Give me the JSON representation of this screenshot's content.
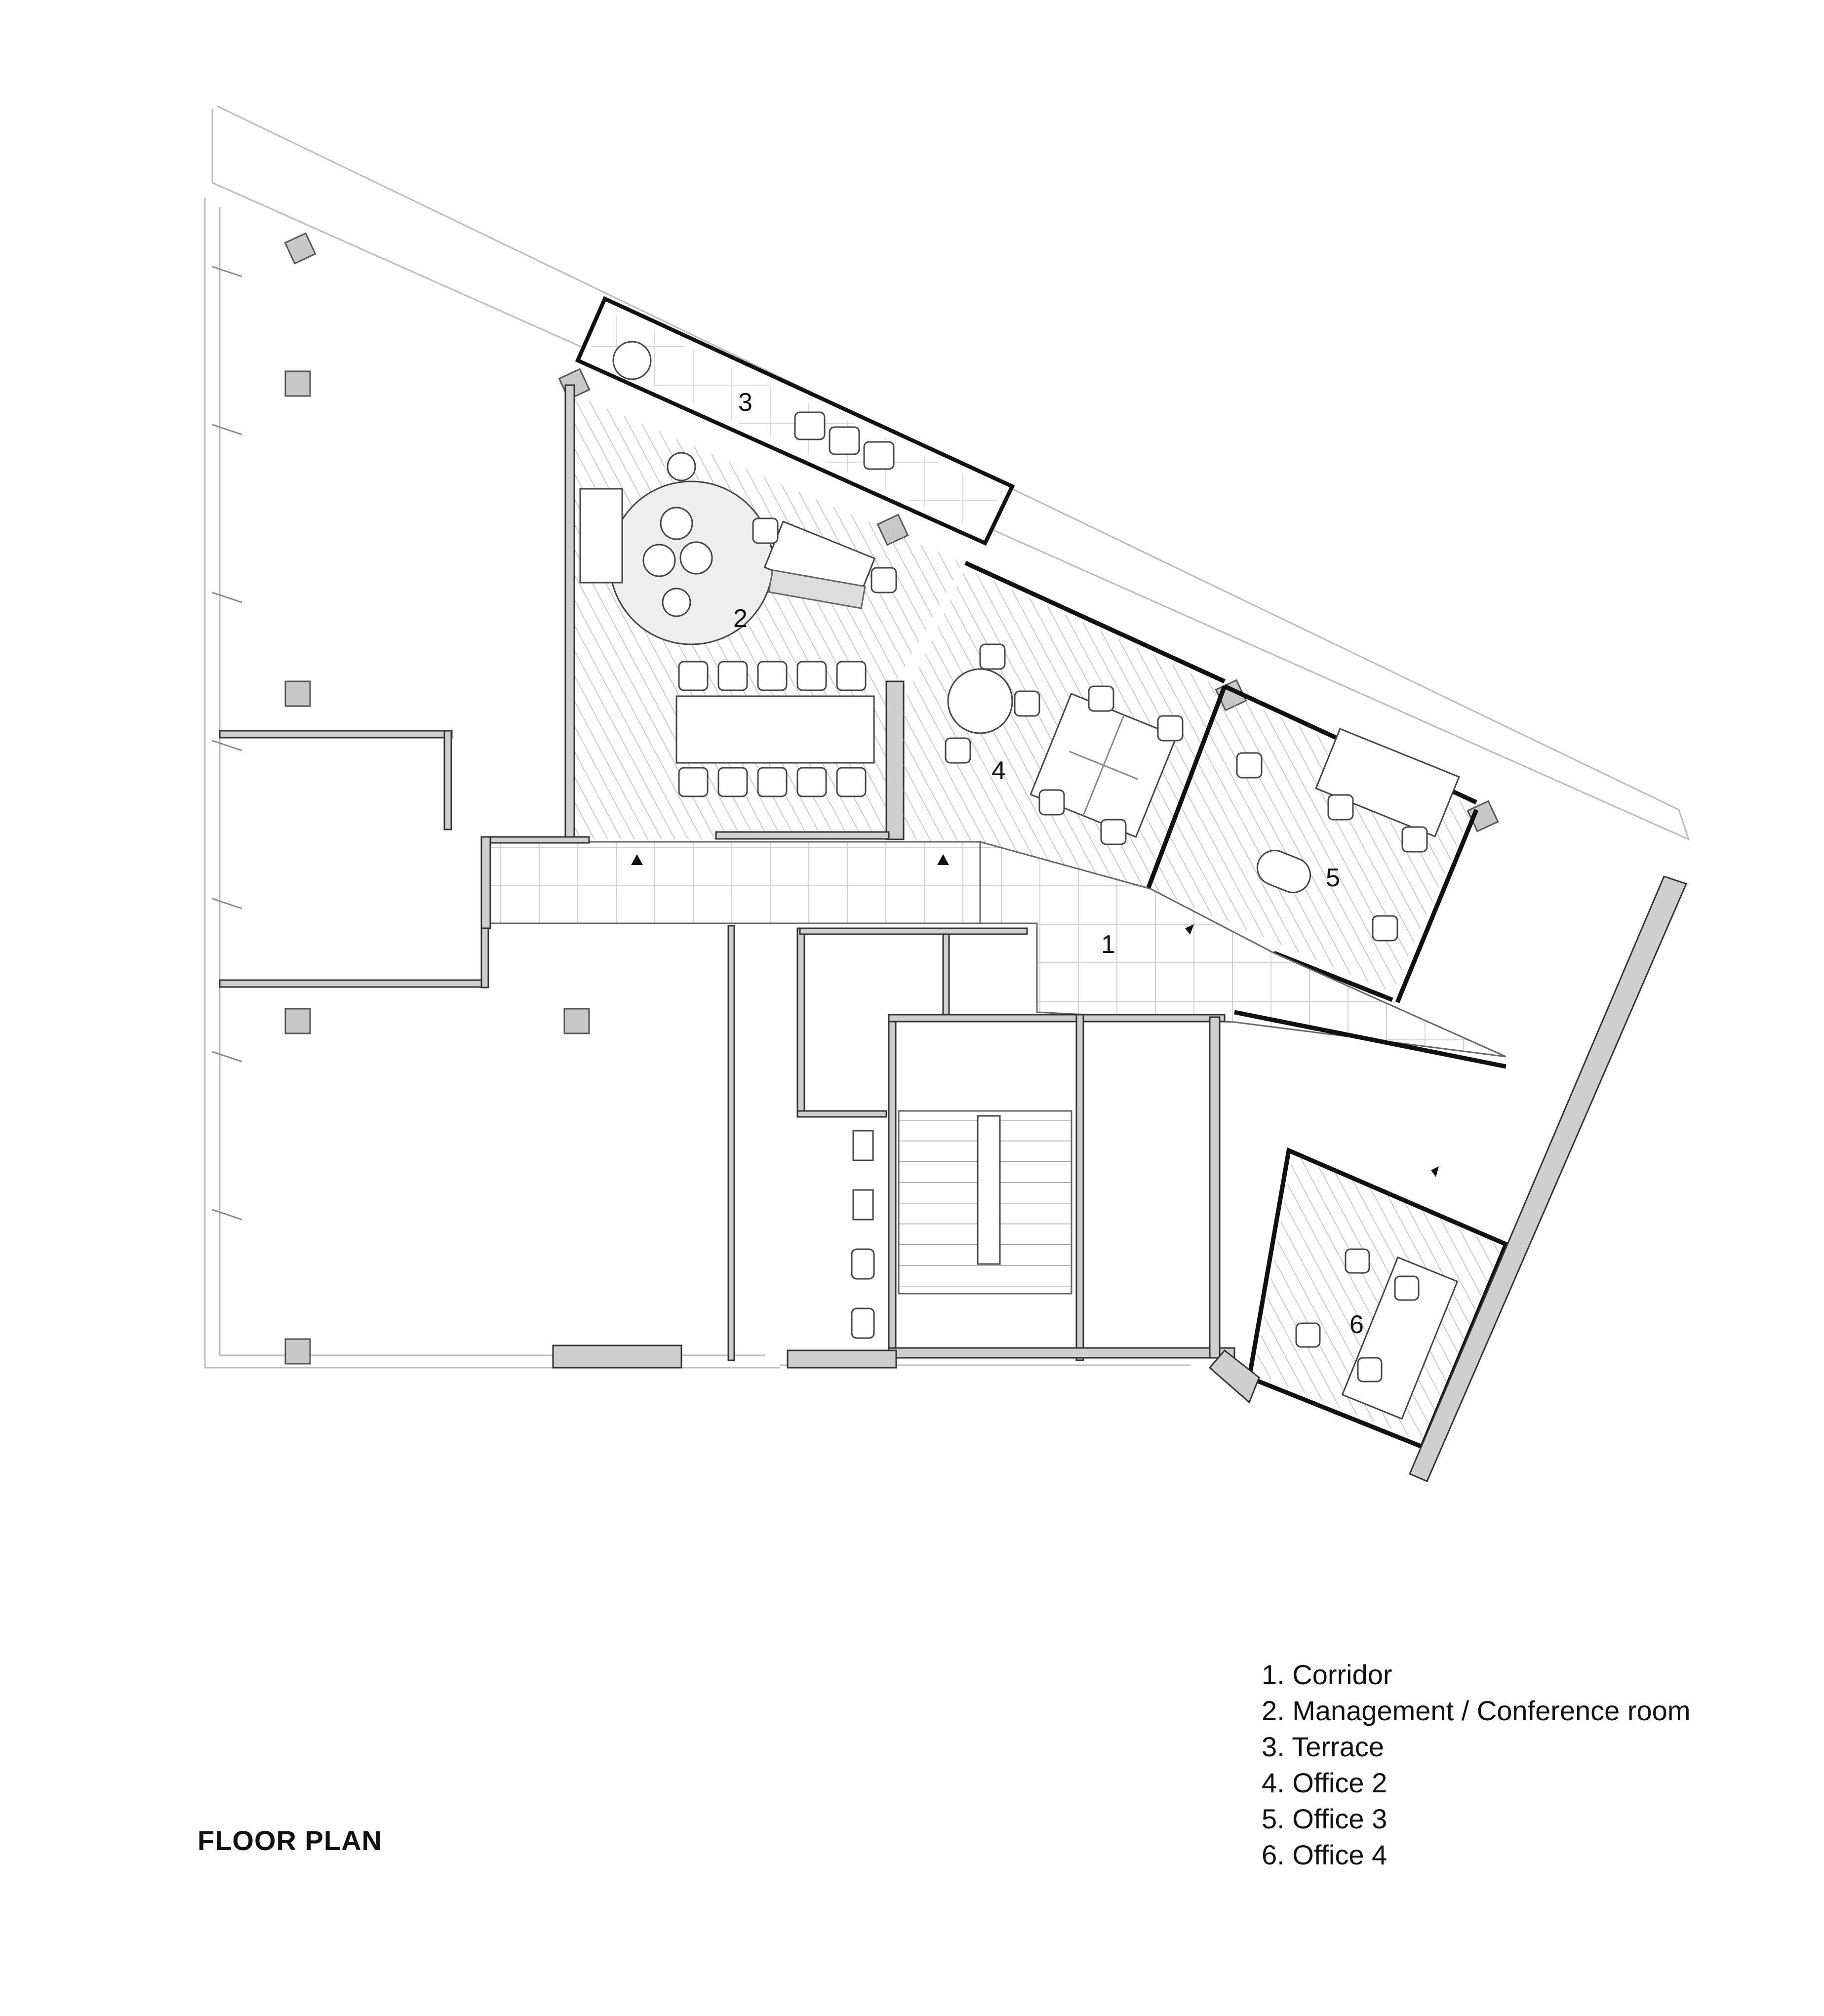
{
  "title": "FLOOR PLAN",
  "rooms": [
    {
      "number": "1",
      "name": "Corridor"
    },
    {
      "number": "2",
      "name": "Management / Conference room"
    },
    {
      "number": "3",
      "name": "Terrace"
    },
    {
      "number": "4",
      "name": "Office 2"
    },
    {
      "number": "5",
      "name": "Office 3"
    },
    {
      "number": "6",
      "name": "Office 4"
    }
  ],
  "legend": [
    "1. Corridor",
    "2. Management / Conference room",
    "3. Terrace",
    "4. Office 2",
    "5. Office 3",
    "6. Office 4"
  ]
}
